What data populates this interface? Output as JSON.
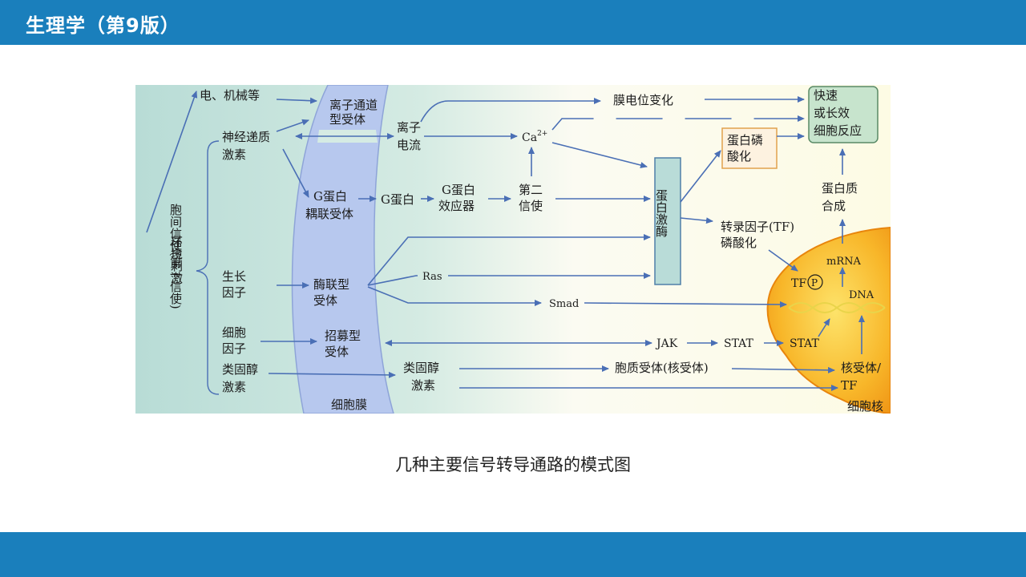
{
  "header": {
    "title": "生理学（第9版）"
  },
  "caption": "几种主要信号转导通路的模式图",
  "colors": {
    "bar": "#1a7fbc",
    "membrane": "#b7c8ee",
    "arrow": "#4a6fb5",
    "nucleus": "#f5a21a"
  },
  "diagram": {
    "env_stimulus": "环境刺激",
    "first_messenger": "胞间信使(第一信使)",
    "stimuli": {
      "electric": "电、机械等",
      "neuro_1": "神经递质",
      "neuro_2": "激素",
      "growth_1": "生长",
      "growth_2": "因子",
      "cytokine_1": "细胞",
      "cytokine_2": "因子",
      "steroid_1": "类固醇",
      "steroid_2": "激素"
    },
    "receptors": {
      "ion_1": "离子通道",
      "ion_2": "型受体",
      "gpcr_1": "G蛋白",
      "gpcr_2": "耦联受体",
      "enzyme_1": "酶联型",
      "enzyme_2": "受体",
      "recruit_1": "招募型",
      "recruit_2": "受体"
    },
    "membrane": "细胞膜",
    "ion_current_1": "离子",
    "ion_current_2": "电流",
    "membrane_potential": "膜电位变化",
    "ca": "Ca",
    "ca_sup": "2+",
    "g_protein": "G蛋白",
    "g_effector_1": "G蛋白",
    "g_effector_2": "效应器",
    "second_messenger_1": "第二",
    "second_messenger_2": "信使",
    "kinase": "蛋白激酶",
    "phospho_1": "蛋白磷",
    "phospho_2": "酸化",
    "fast_1": "快速",
    "fast_2": "或长效",
    "fast_3": "细胞反应",
    "protein_synth_1": "蛋白质",
    "protein_synth_2": "合成",
    "tf_phospho_1": "转录因子(TF)",
    "tf_phospho_2": "磷酸化",
    "ras": "Ras",
    "smad": "Smad",
    "jak": "JAK",
    "stat_1": "STAT",
    "stat_2": "STAT",
    "steroid_hormone_1": "类固醇",
    "steroid_hormone_2": "激素",
    "cyto_receptor": "胞质受体(核受体)",
    "tf": "TF",
    "p": "P",
    "mrna": "mRNA",
    "dna": "DNA",
    "nuclear_receptor_1": "核受体/",
    "nuclear_receptor_2": "TF",
    "nucleus": "细胞核"
  }
}
